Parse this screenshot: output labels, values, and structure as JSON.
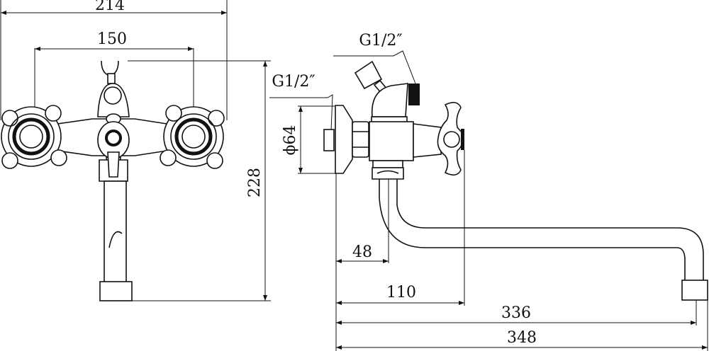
{
  "drawing": {
    "front_view": {
      "overall_width": "214",
      "handle_spacing": "150",
      "overall_height": "228"
    },
    "side_view": {
      "inlet_thread": "G1/2″",
      "outlet_thread": "G1/2″",
      "flange_diameter": "ϕ64",
      "spout_offset": "48",
      "body_depth": "110",
      "spout_reach": "336",
      "overall_length": "348"
    }
  }
}
